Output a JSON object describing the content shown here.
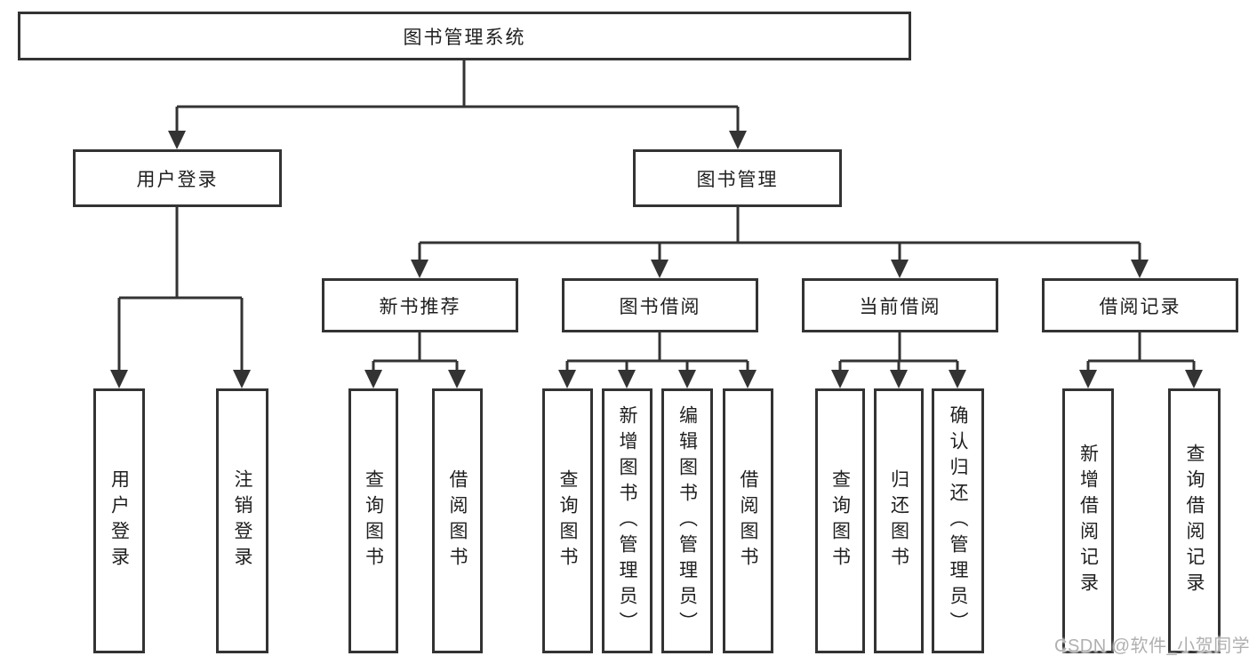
{
  "root": {
    "label": "图书管理系统"
  },
  "branches": {
    "user_login": {
      "label": "用户登录",
      "children": [
        "用户登录",
        "注销登录"
      ]
    },
    "book_management": {
      "label": "图书管理",
      "children": {
        "new_book_recommend": {
          "label": "新书推荐",
          "children": [
            "查询图书",
            "借阅图书"
          ]
        },
        "book_borrowing": {
          "label": "图书借阅",
          "children": [
            "查询图书",
            "新增图书（管理员）",
            "编辑图书（管理员）",
            "借阅图书"
          ]
        },
        "current_borrowing": {
          "label": "当前借阅",
          "children": [
            "查询图书",
            "归还图书",
            "确认归还（管理员）"
          ]
        },
        "borrowing_records": {
          "label": "借阅记录",
          "children": [
            "新增借阅记录",
            "查询借阅记录"
          ]
        }
      }
    }
  },
  "watermark": {
    "text": "CSDN @软件_小贺同学"
  },
  "colors": {
    "line": "#333333",
    "text": "#1f1f1f",
    "background": "#ffffff",
    "watermark": "#b0b0b0"
  }
}
